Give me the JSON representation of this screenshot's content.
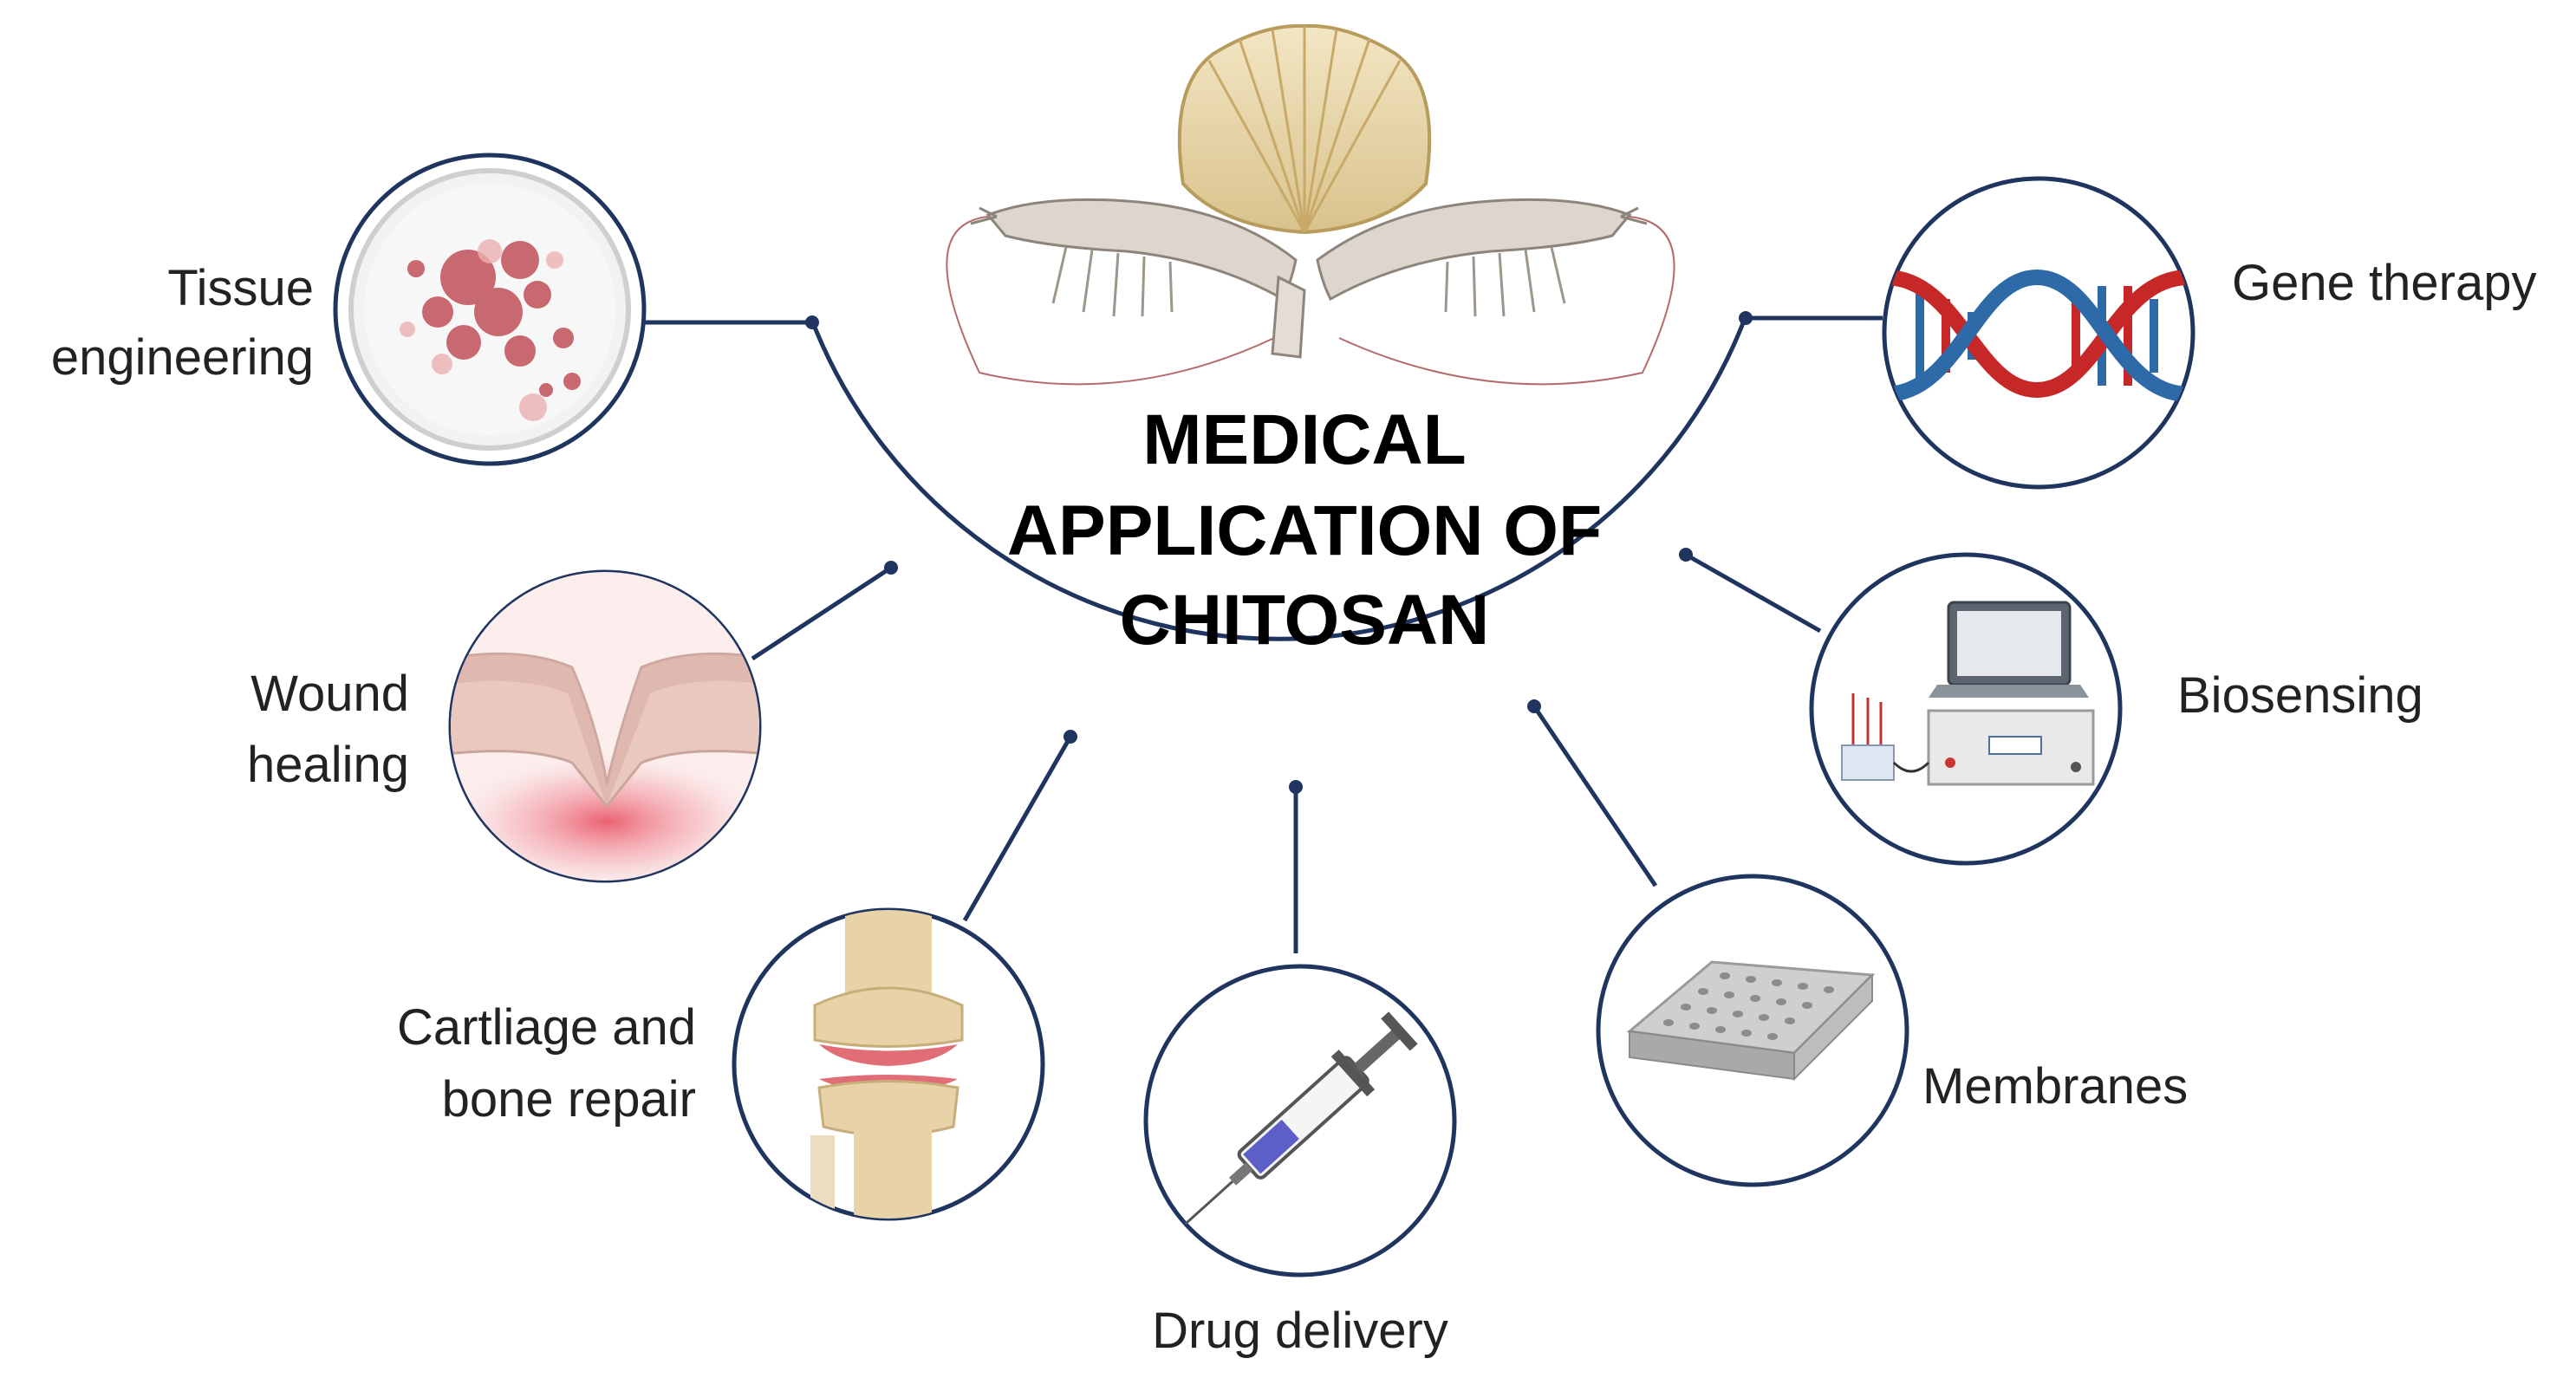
{
  "title": {
    "line1": "MEDICAL",
    "line2": "APPLICATION OF",
    "line3": "CHITOSAN"
  },
  "applications": [
    {
      "id": "tissue",
      "label_lines": [
        "Tissue",
        "engineering"
      ],
      "icon": "petri-dish-cells-icon"
    },
    {
      "id": "wound",
      "label_lines": [
        "Wound",
        "healing"
      ],
      "icon": "skin-wound-icon"
    },
    {
      "id": "cartilage",
      "label_lines": [
        "Cartliage and",
        "bone repair"
      ],
      "icon": "knee-joint-icon"
    },
    {
      "id": "drug",
      "label_lines": [
        "Drug delivery"
      ],
      "icon": "syringe-icon"
    },
    {
      "id": "membranes",
      "label_lines": [
        "Membranes"
      ],
      "icon": "porous-membrane-icon"
    },
    {
      "id": "biosensing",
      "label_lines": [
        "Biosensing"
      ],
      "icon": "laptop-instrument-icon"
    },
    {
      "id": "gene",
      "label_lines": [
        "Gene therapy"
      ],
      "icon": "dna-helix-icon"
    }
  ],
  "colors": {
    "line": "#1f3560",
    "dna_red": "#c62828",
    "dna_blue": "#2e6aa8",
    "syringe_liquid": "#5b5fc7",
    "cell_red": "#c0505a"
  }
}
